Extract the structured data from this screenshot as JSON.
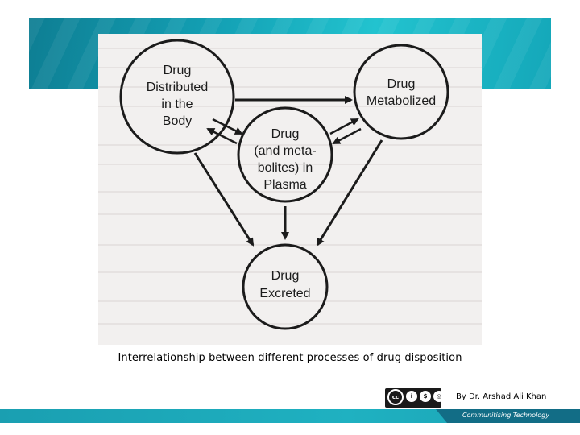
{
  "diagram": {
    "nodes": {
      "distributed": [
        "Drug",
        "Distributed",
        "in the",
        "Body"
      ],
      "metabolized": [
        "Drug",
        "Metabolized"
      ],
      "plasma": [
        "Drug",
        "(and meta-",
        "bolites) in",
        "Plasma"
      ],
      "excreted": [
        "Drug",
        "Excreted"
      ]
    },
    "edges": [
      {
        "from": "distributed",
        "to": "metabolized",
        "direction": "one-way"
      },
      {
        "from": "distributed",
        "to": "plasma",
        "direction": "reversible"
      },
      {
        "from": "plasma",
        "to": "metabolized",
        "direction": "reversible"
      },
      {
        "from": "distributed",
        "to": "excreted",
        "direction": "one-way"
      },
      {
        "from": "metabolized",
        "to": "excreted",
        "direction": "one-way"
      },
      {
        "from": "plasma",
        "to": "excreted",
        "direction": "one-way"
      }
    ]
  },
  "caption": "Interrelationship between different processes of drug disposition",
  "license": {
    "icon": "creative-commons-by-nc-sa-badge",
    "badge_cc": "cc",
    "badge_by": "i",
    "badge_nc": "$",
    "badge_sa": "◎"
  },
  "author": "By Dr. Arshad Ali Khan",
  "footer": {
    "tagline": "Communitising Technology"
  },
  "colors": {
    "accent": "#13a0b4",
    "accent_dark": "#126d86",
    "paper": "#f2f0ef",
    "ink": "#1b1b1b"
  }
}
